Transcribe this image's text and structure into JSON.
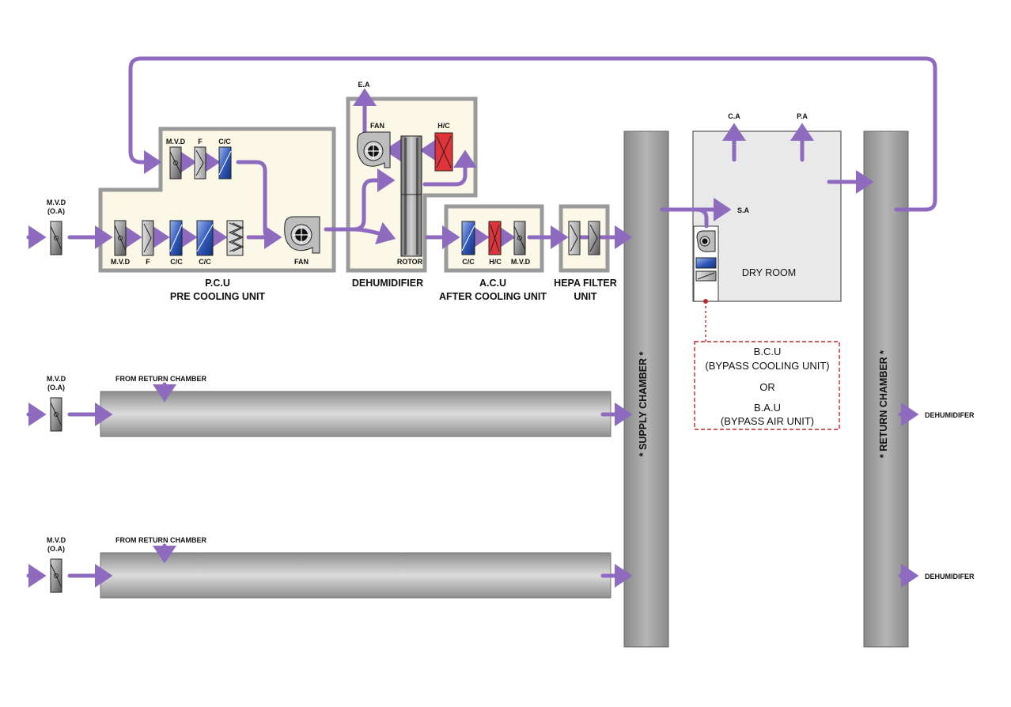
{
  "colors": {
    "flow": "#8e6bbf",
    "unit_fill": "#fbf8e8",
    "unit_border": "#9a9a9a",
    "chamber": "#9b9b9b",
    "room": "#e9e9e9",
    "cooling_coil": "#2e56b8",
    "heating_coil": "#e0343a",
    "dashed": "#c0272d"
  },
  "inlets": [
    {
      "mvd_label": "M.V.D",
      "oa_label": "(O.A)"
    },
    {
      "mvd_label": "M.V.D",
      "oa_label": "(O.A)"
    },
    {
      "mvd_label": "M.V.D",
      "oa_label": "(O.A)"
    }
  ],
  "pcu": {
    "name": "P.C.U",
    "full_name": "PRE COOLING UNIT",
    "top_row": [
      "M.V.D",
      "F",
      "C/C"
    ],
    "bottom_row": [
      "M.V.D",
      "F",
      "C/C",
      "C/C"
    ],
    "fan_label": "FAN"
  },
  "dehumidifier": {
    "name": "DEHUMIDIFIER",
    "ea_label": "E.A",
    "fan_label": "FAN",
    "hc_label": "H/C",
    "rotor_label": "ROTOR"
  },
  "acu": {
    "name": "A.C.U",
    "full_name": "AFTER COOLING UNIT",
    "parts": [
      "C/C",
      "H/C",
      "M.V.D"
    ]
  },
  "hepa": {
    "line1": "HEPA FILTER",
    "line2": "UNIT"
  },
  "supply_chamber": "* SUPPLY CHAMBER *",
  "return_chamber": "* RETURN CHAMBER *",
  "dry_room": {
    "name": "DRY ROOM",
    "ca_label": "C.A",
    "pa_label": "P.A",
    "sa_label": "S.A"
  },
  "bypass": {
    "bcu": "B.C.U",
    "bcu_full": "(BYPASS COOLING UNIT)",
    "or": "OR",
    "bau": "B.A.U",
    "bau_full": "(BYPASS AIR UNIT)"
  },
  "return_units": [
    {
      "label": "FROM RETURN CHAMBER"
    },
    {
      "label": "FROM RETURN CHAMBER"
    }
  ],
  "outlets": [
    "DEHUMIDIFER",
    "DEHUMIDIFER"
  ]
}
